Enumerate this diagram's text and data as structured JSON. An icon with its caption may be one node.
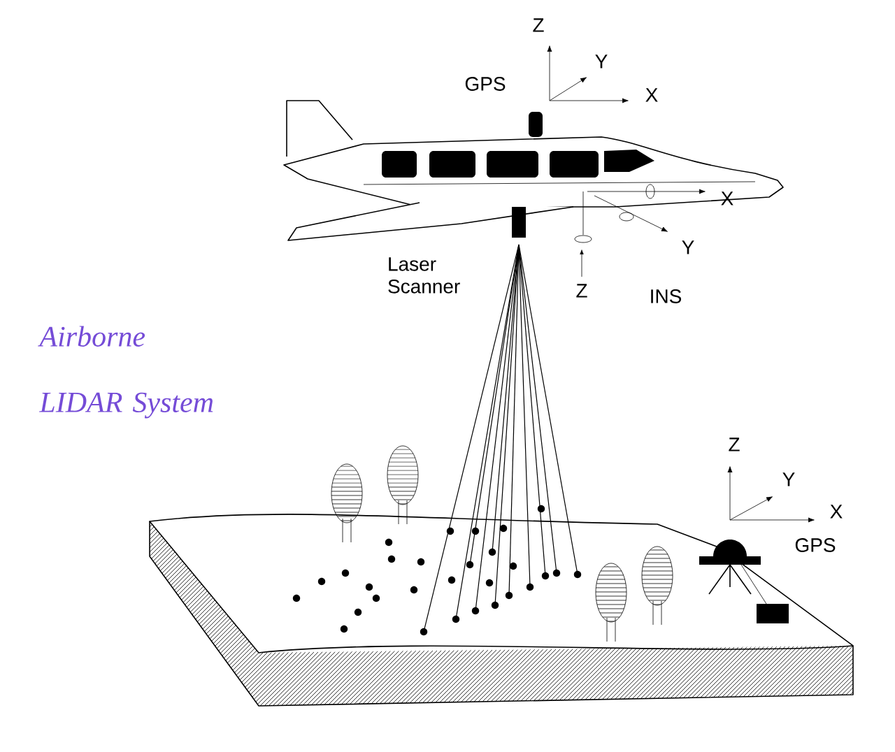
{
  "diagram": {
    "title": "Airborne LIDAR System",
    "labels": [
      "Z",
      "Y",
      "GPS",
      "X",
      "X",
      "Laser Scanner",
      "Y",
      "Z",
      "INS",
      "Z",
      "Y",
      "X",
      "GPS"
    ]
  }
}
